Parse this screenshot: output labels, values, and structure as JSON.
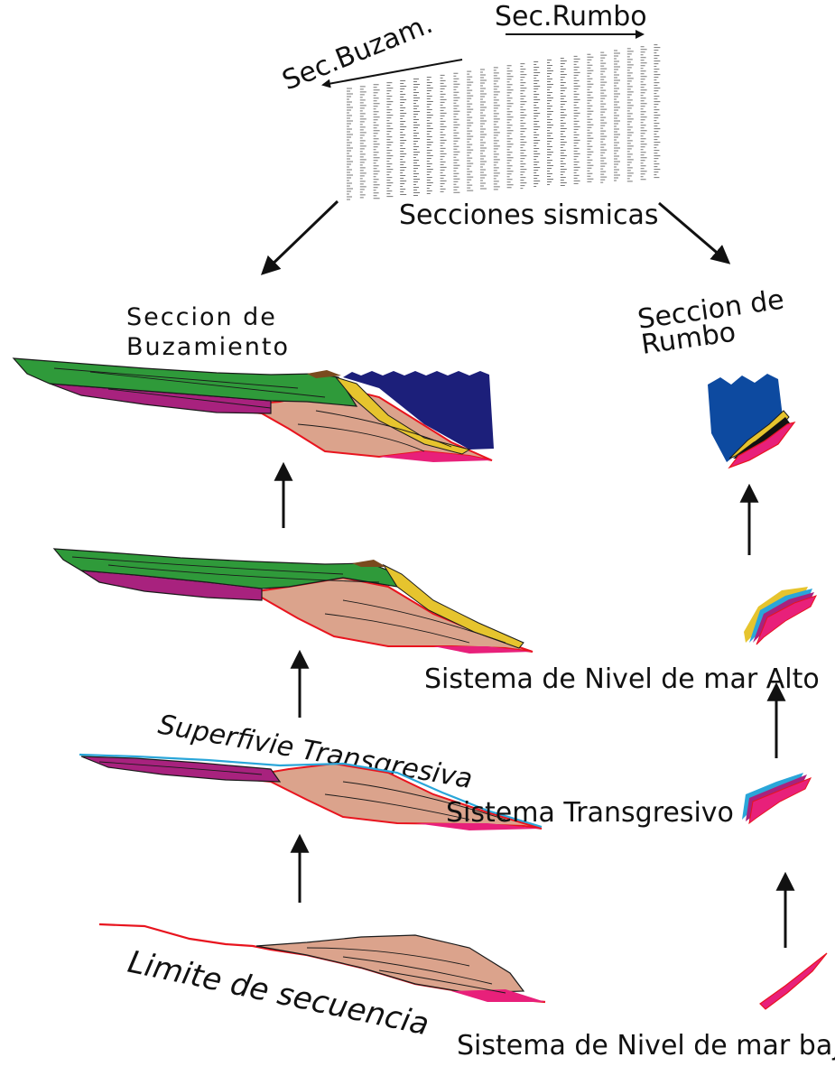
{
  "labels": {
    "strike_arrow": "Sec.Rumbo",
    "dip_arrow": "Sec.Buzam.",
    "seismic_sections": "Secciones sismicas",
    "dip_section_line1": "Seccion de",
    "dip_section_line2": "Buzamiento",
    "strike_section_line1": "Seccion de",
    "strike_section_line2": "Rumbo",
    "highstand": "Sistema de Nivel de mar Alto",
    "transgressive_surface": "Superfivie  Transgresiva",
    "transgressive_system": "Sistema Transgresivo",
    "sequence_boundary": "Limite de secuencia",
    "lowstand": "Sistema de Nivel de mar bajo"
  },
  "colors": {
    "lowstand_fill": "#dba38c",
    "lowstand_wedge": "#e8207a",
    "boundary_line": "#e8141e",
    "transgressive_fill": "#a8227e",
    "transgressive_surface": "#2aa6d9",
    "highstand_fill": "#2f9a3a",
    "slope_fan": "#e6c42e",
    "ocean_water": "#1c1f7a",
    "strike_water": "#0d4aa0",
    "shelf_edge": "#7a4a1e"
  }
}
